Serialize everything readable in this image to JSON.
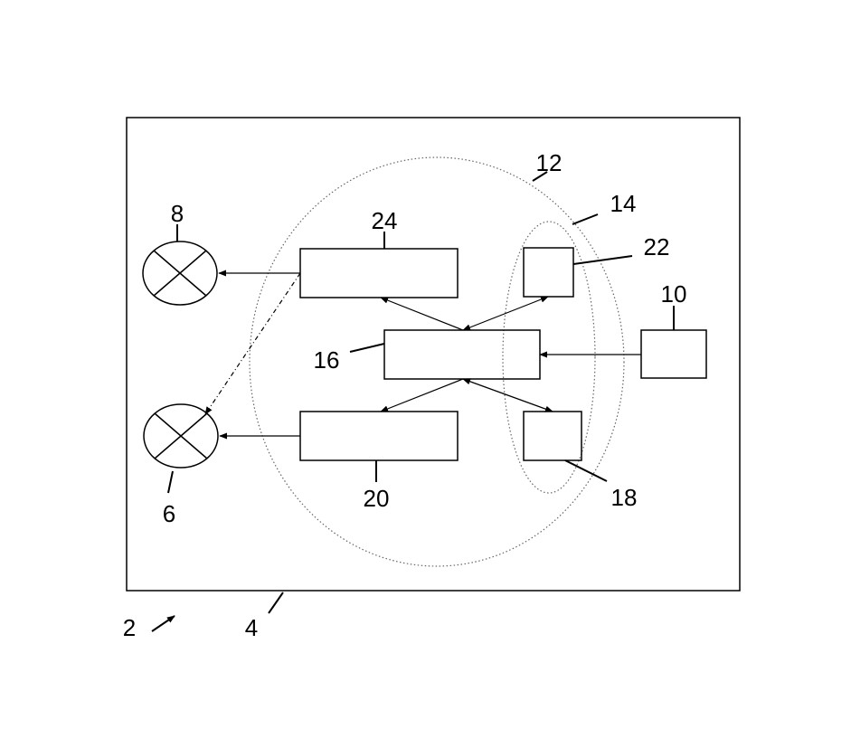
{
  "labels": {
    "system": "2",
    "housing": "4",
    "lamp_lower": "6",
    "lamp_upper": "8",
    "input_unit": "10",
    "control_group": "12",
    "sub_group": "14",
    "central_unit": "16",
    "lower_small_unit": "18",
    "lower_driver": "20",
    "upper_small_unit": "22",
    "upper_driver": "24"
  },
  "colors": {
    "line": "#000000",
    "dotted": "#666666",
    "background": "#ffffff"
  },
  "icons": {
    "lamp": "crossed-circle-lamp-symbol"
  }
}
